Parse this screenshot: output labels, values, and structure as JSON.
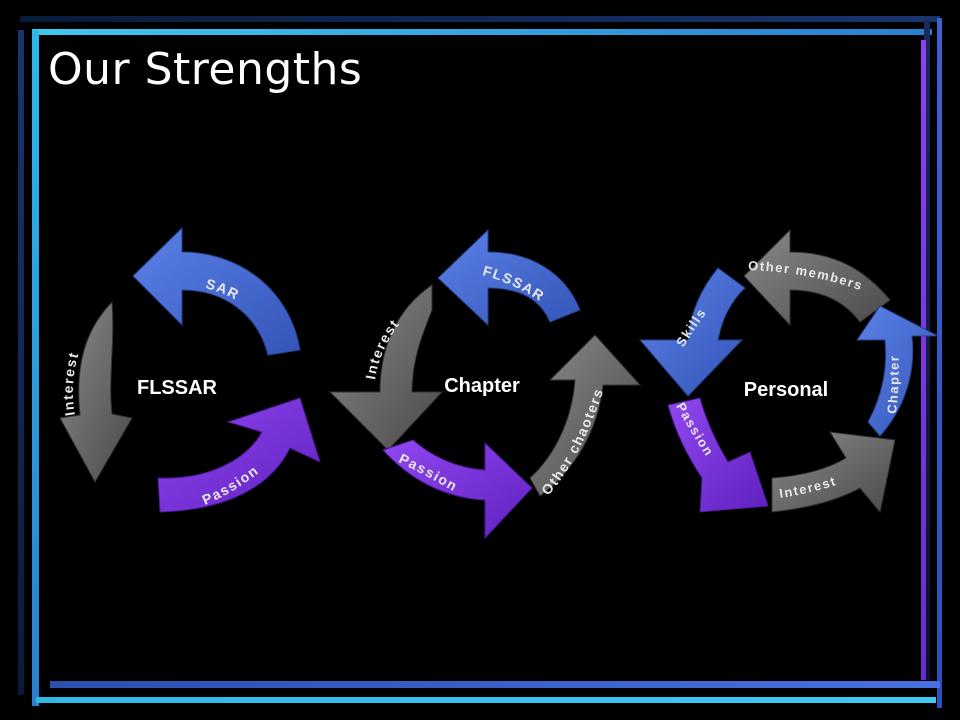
{
  "slide": {
    "title": "Our Strengths",
    "colors": {
      "background": "#000000",
      "frame_cyan": "#2fb8e6",
      "frame_blue": "#3a5fd0",
      "frame_purple": "#8a3ce8",
      "arrow_gray": "#6b6b6b",
      "arrow_blue": "#4a6fd6",
      "arrow_purple": "#7a30d8"
    }
  },
  "cycles": [
    {
      "center": "FLSSAR",
      "arrows": [
        {
          "label": "SAR",
          "color": "blue"
        },
        {
          "label": "Interest",
          "color": "gray"
        },
        {
          "label": "Passion",
          "color": "purple"
        }
      ]
    },
    {
      "center": "Chapter",
      "arrows": [
        {
          "label": "FLSSAR",
          "color": "blue"
        },
        {
          "label": "Interest",
          "color": "gray"
        },
        {
          "label": "Passion",
          "color": "purple"
        },
        {
          "label": "Other chaoters",
          "color": "gray"
        }
      ]
    },
    {
      "center": "Personal",
      "arrows": [
        {
          "label": "Other members",
          "color": "gray"
        },
        {
          "label": "Skills",
          "color": "blue"
        },
        {
          "label": "Chapter",
          "color": "blue"
        },
        {
          "label": "Passion",
          "color": "purple"
        },
        {
          "label": "Interest",
          "color": "gray"
        }
      ]
    }
  ]
}
